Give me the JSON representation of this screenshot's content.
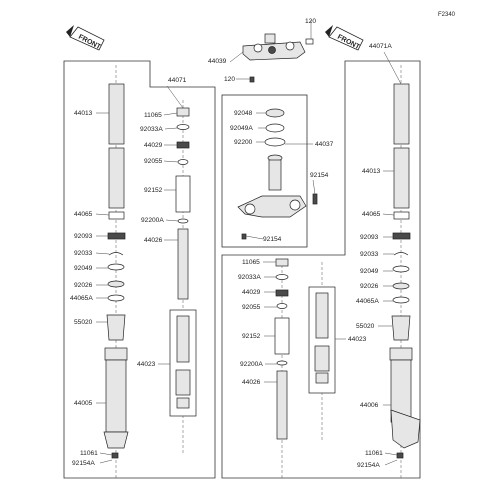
{
  "figure_code": "F2340",
  "front_label": "FRONT",
  "parts": {
    "p120a": "120",
    "p120b": "120",
    "p44039": "44039",
    "p44071": "44071",
    "p44071A": "44071A",
    "p44013L": "44013",
    "p44013R": "44013",
    "p11065L": "11065",
    "p92033AL": "92033A",
    "p44029L": "44029",
    "p92055L": "92055",
    "p92152L": "92152",
    "p92200AL": "92200A",
    "p44026L": "44026",
    "p44065L": "44065",
    "p92093L": "92093",
    "p92033L": "92033",
    "p92049L": "92049",
    "p92026L": "92026",
    "p44065AL": "44065A",
    "p55020L": "55020",
    "p44023L": "44023",
    "p44005": "44005",
    "p11061L": "11061",
    "p92154AL": "92154A",
    "p92048": "92048",
    "p92049A": "92049A",
    "p92200": "92200",
    "p44037": "44037",
    "p92154a": "92154",
    "p92154b": "92154",
    "p44065R": "44065",
    "p92093R": "92093",
    "p92033R": "92033",
    "p92049R": "92049",
    "p92026R": "92026",
    "p44065AR": "44065A",
    "p55020R": "55020",
    "p44023R": "44023",
    "p11065R": "11065",
    "p92033AR": "92033A",
    "p44029R": "44029",
    "p92055R": "92055",
    "p92152R": "92152",
    "p92200AR": "92200A",
    "p44026R": "44026",
    "p44006": "44006",
    "p11061R": "11061",
    "p92154AR": "92154A"
  }
}
